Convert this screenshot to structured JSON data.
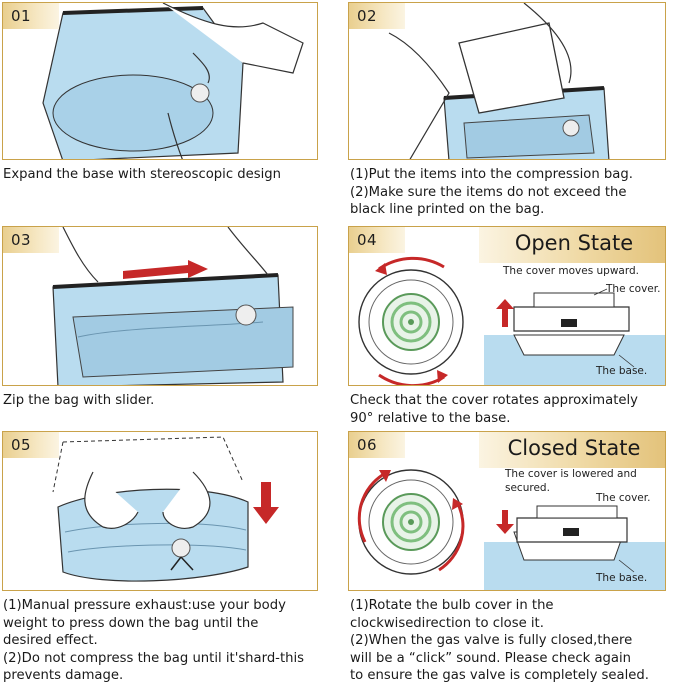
{
  "steps": [
    {
      "number": "01",
      "caption": [
        "Expand the base with stereoscopic design"
      ]
    },
    {
      "number": "02",
      "caption": [
        "(1)Put the items into the compression bag.",
        "(2)Make sure the items do not exceed the",
        "black line printed on the bag."
      ]
    },
    {
      "number": "03",
      "caption": [
        "Zip the bag with slider."
      ]
    },
    {
      "number": "04",
      "state_title": "Open State",
      "labels": {
        "moves": "The cover moves upward.",
        "cover": "The cover.",
        "base": "The base."
      },
      "caption": [
        "Check that the cover rotates approximately",
        "90° relative to the base."
      ]
    },
    {
      "number": "05",
      "caption": [
        "(1)Manual pressure exhaust:use your body",
        "weight to press down the bag until the",
        "desired effect.",
        "(2)Do not compress the bag until it'shard-this",
        "prevents damage."
      ]
    },
    {
      "number": "06",
      "state_title": "Closed State",
      "labels": {
        "lowered1": "The cover is lowered and",
        "lowered2": "secured.",
        "cover": "The cover.",
        "base": "The base."
      },
      "caption": [
        "(1)Rotate the bulb cover in the",
        "clockwisedirection to close it.",
        "(2)When the gas valve is fully closed,there",
        "will be a “click” sound. Please check again",
        "to ensure the gas valve is completely sealed."
      ]
    }
  ],
  "colors": {
    "gold": "#c9a24a",
    "bag_blue": "#b9dcef",
    "arrow_red": "#c62828",
    "valve_green": "#7fbf7f"
  }
}
